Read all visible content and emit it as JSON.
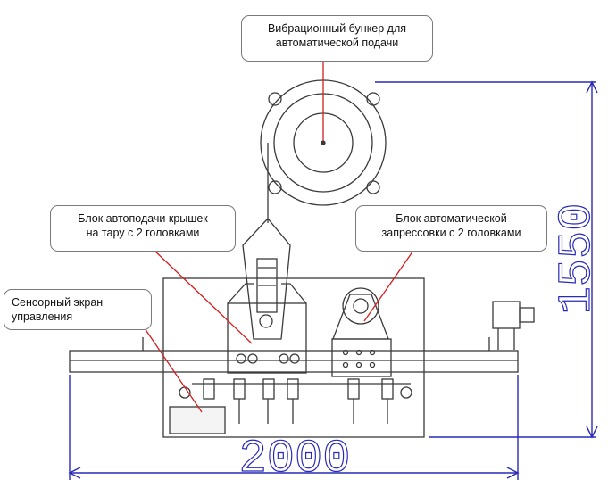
{
  "callouts": {
    "hopper": {
      "line1": "Вибрационный бункер для",
      "line2": "автоматической подачи"
    },
    "cap_feed": {
      "line1": "Блок автоподачи крышек",
      "line2": "на тару с 2 головками"
    },
    "press": {
      "line1": "Блок автоматической",
      "line2": "запрессовки с 2 головками"
    },
    "touch_screen": {
      "line1": "Сенсорный экран",
      "line2": "управления"
    }
  },
  "dimensions": {
    "width": "2000",
    "height": "1550"
  },
  "colors": {
    "drawing": "#3a3a3a",
    "dimension": "#2a2ab8",
    "leader": "#d81e1e",
    "callout_border": "#7a7a7a"
  }
}
